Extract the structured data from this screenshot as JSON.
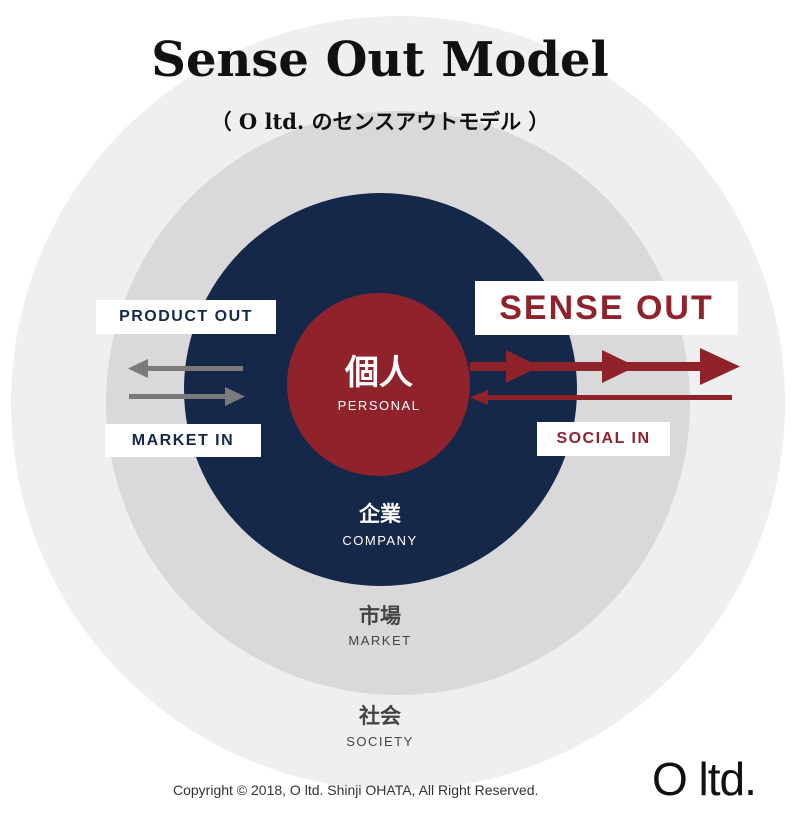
{
  "title": "Sense Out Model",
  "subtitle": "（ O ltd. のセンスアウトモデル ）",
  "labels": {
    "product_out": "PRODUCT OUT",
    "market_in": "MARKET IN",
    "sense_out": "SENSE OUT",
    "social_in": "SOCIAL IN"
  },
  "layers": {
    "personal": {
      "jp": "個人",
      "en": "PERSONAL"
    },
    "company": {
      "jp": "企業",
      "en": "COMPANY"
    },
    "market": {
      "jp": "市場",
      "en": "MARKET"
    },
    "society": {
      "jp": "社会",
      "en": "SOCIETY"
    }
  },
  "footer": {
    "copyright": "Copyright © 2018, O ltd. Shinji OHATA, All Right Reserved.",
    "logo": "O ltd."
  },
  "colors": {
    "navy": "#15284a",
    "crimson": "#8f222b",
    "market_gray": "#d9d9d9",
    "society_gray": "#efefef",
    "arrow_gray": "#7a7a7a"
  }
}
